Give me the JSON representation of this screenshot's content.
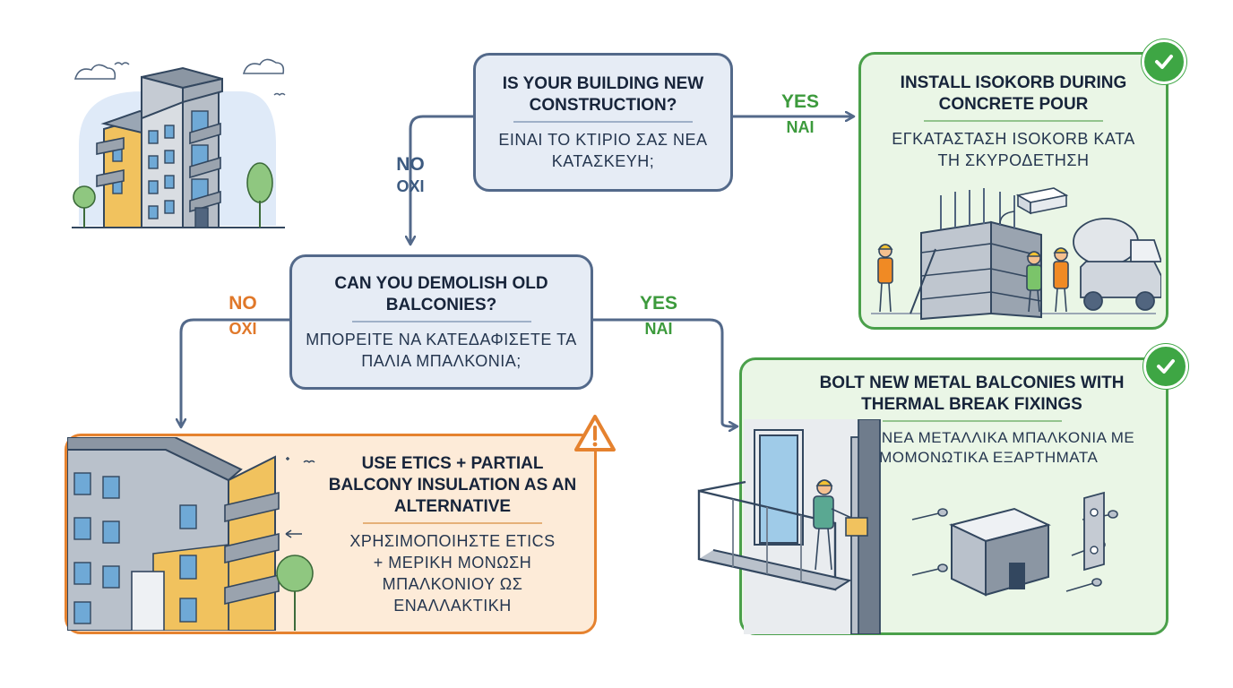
{
  "questions": {
    "new_construction": {
      "en": "Is your building new construction?",
      "gr": "ΕΙΝΑΙ ΤΟ ΚΤΙΡΙΟ ΣΑΣ ΝΕΑ ΚΑΤΑΣΚΕΥΗ;"
    },
    "demolish": {
      "en": "Can you demolish old balconies?",
      "gr": "ΜΠΟΡΕΙΤΕ ΝΑ ΚΑΤΕΔΑΦΙΣΕΤΕ ΤΑ ΠΑΛΙΑ ΜΠΑΛΚΟΝΙΑ;"
    }
  },
  "outcomes": {
    "isokorb": {
      "en": "Install Isokorb during concrete pour",
      "gr": "ΕΓΚΑΤΑΣΤΑΣΗ ISOKORB ΚΑΤΑ ΤΗ ΣΚΥΡΟΔΕΤΗΣΗ",
      "status": "check-icon"
    },
    "bolt": {
      "en": "Bolt new metal balconies with thermal break fixings",
      "gr": "ΒΙΔΩΣΤΕ ΝΕΑ ΜΕΤΑΛΛΙΚΑ ΜΠΑΛΚΟΝΙΑ ΜΕ ΘΕΡΜΟΜΟΝΩΤΙΚΑ ΕΞΑΡΤΗΜΑΤΑ",
      "status": "check-icon"
    },
    "etics": {
      "en": "Use ETICS + partial balcony insulation as an alternative",
      "gr": "ΧΡΗΣΙΜΟΠΟΙΗΣΤΕ ETICS + ΜΕΡΙΚΗ ΜΟΝΩΣΗ ΜΠΑΛΚΟΝΙΟΥ ΩΣ ΕΝΑΛΛΑΚΤΙΚΗ",
      "status": "warning-icon"
    }
  },
  "branches": {
    "q1_yes": {
      "en": "YES",
      "gr": "ΝΑΙ"
    },
    "q1_no": {
      "en": "NO",
      "gr": "ΟΧΙ"
    },
    "q2_yes": {
      "en": "YES",
      "gr": "ΝΑΙ"
    },
    "q2_no": {
      "en": "NO",
      "gr": "ΟΧΙ"
    }
  },
  "illustrations": [
    "apartment-building-icon",
    "construction-site-illustration",
    "metal-balcony-installation-illustration",
    "etics-building-illustration"
  ],
  "colors": {
    "question": "#53698a",
    "yes": "#3c9a3c",
    "no_q1": "#3c5a80",
    "no_q2": "#e0782a",
    "success": "#4aa04a",
    "warning": "#e5822f"
  }
}
